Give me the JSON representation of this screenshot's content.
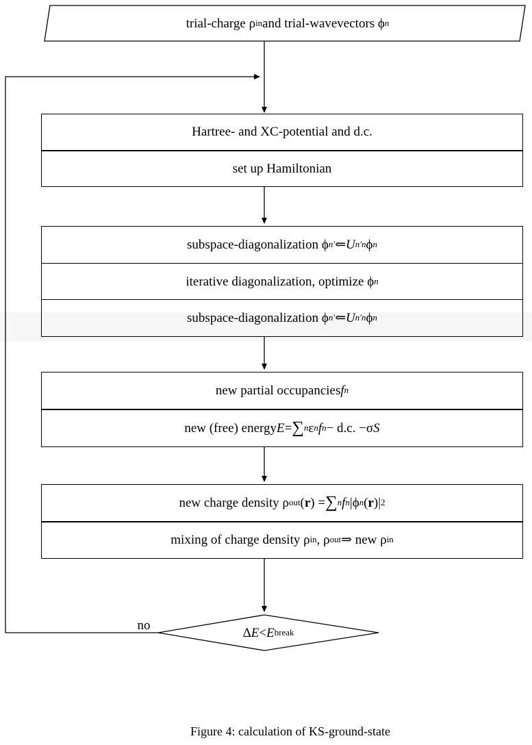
{
  "figure": {
    "caption": "Figure 4: calculation of KS-ground-state"
  },
  "colors": {
    "line": "#000000",
    "background": "#ffffff",
    "scan_band": "#f6f6f6"
  },
  "flowchart": {
    "no_label": "no",
    "start": {
      "rich": [
        {
          "t": "trial-charge ρ"
        },
        {
          "t": "in",
          "f": "sub"
        },
        {
          "t": " and trial-wavevectors ϕ"
        },
        {
          "t": "n",
          "f": "subi"
        }
      ]
    },
    "process_boxes": [
      {
        "name": "potential-hamiltonian",
        "rows": [
          {
            "rich": [
              {
                "t": "Hartree- and XC-potential and d.c."
              }
            ]
          },
          {
            "rich": [
              {
                "t": "set up Hamiltonian"
              }
            ]
          }
        ]
      },
      {
        "name": "diagonalization",
        "rows": [
          {
            "rich": [
              {
                "t": "subspace-diagonalization ϕ"
              },
              {
                "t": "n′",
                "f": "subi"
              },
              {
                "t": " ⇐ "
              },
              {
                "t": "U",
                "f": "i"
              },
              {
                "t": "n′n",
                "f": "subi"
              },
              {
                "t": "ϕ"
              },
              {
                "t": "n",
                "f": "subi"
              }
            ]
          },
          {
            "rich": [
              {
                "t": "iterative diagonalization, optimize ϕ"
              },
              {
                "t": "n",
                "f": "subi"
              }
            ]
          },
          {
            "rich": [
              {
                "t": "subspace-diagonalization ϕ"
              },
              {
                "t": "n′",
                "f": "subi"
              },
              {
                "t": " ⇐ "
              },
              {
                "t": "U",
                "f": "i"
              },
              {
                "t": "n′n",
                "f": "subi"
              },
              {
                "t": "ϕ"
              },
              {
                "t": "n",
                "f": "subi"
              }
            ]
          }
        ]
      },
      {
        "name": "occupancies-energy",
        "rows": [
          {
            "rich": [
              {
                "t": "new partial occupancies "
              },
              {
                "t": "f",
                "f": "i"
              },
              {
                "t": "n",
                "f": "subi"
              }
            ]
          },
          {
            "rich": [
              {
                "t": "new (free) energy "
              },
              {
                "t": "E",
                "f": "i"
              },
              {
                "t": " = "
              },
              {
                "t": "∑",
                "f": "sum"
              },
              {
                "t": "n",
                "f": "subi"
              },
              {
                "t": " ε"
              },
              {
                "t": "n",
                "f": "subi"
              },
              {
                "t": "f",
                "f": "i"
              },
              {
                "t": "n",
                "f": "subi"
              },
              {
                "t": "− d.c. −σ"
              },
              {
                "t": "S",
                "f": "i"
              }
            ]
          }
        ]
      },
      {
        "name": "charge-density-mixing",
        "rows": [
          {
            "rich": [
              {
                "t": "new charge density ρ"
              },
              {
                "t": "out",
                "f": "sub"
              },
              {
                "t": "("
              },
              {
                "t": "r",
                "f": "b"
              },
              {
                "t": ") = "
              },
              {
                "t": "∑",
                "f": "sum"
              },
              {
                "t": "n",
                "f": "subi"
              },
              {
                "t": " "
              },
              {
                "t": "f",
                "f": "i"
              },
              {
                "t": "n",
                "f": "subi"
              },
              {
                "t": "|ϕ"
              },
              {
                "t": "n",
                "f": "subi"
              },
              {
                "t": "("
              },
              {
                "t": "r",
                "f": "b"
              },
              {
                "t": ")|"
              },
              {
                "t": "2",
                "f": "sup"
              }
            ]
          },
          {
            "rich": [
              {
                "t": "mixing of charge density ρ"
              },
              {
                "t": "in",
                "f": "sub"
              },
              {
                "t": ", ρ"
              },
              {
                "t": "out",
                "f": "sub"
              },
              {
                "t": " ⇒ new ρ"
              },
              {
                "t": "in",
                "f": "sub"
              }
            ]
          }
        ]
      }
    ],
    "decision": {
      "rich": [
        {
          "t": "Δ"
        },
        {
          "t": "E",
          "f": "i"
        },
        {
          "t": " < "
        },
        {
          "t": "E",
          "f": "i"
        },
        {
          "t": "break",
          "f": "sub"
        }
      ]
    }
  }
}
